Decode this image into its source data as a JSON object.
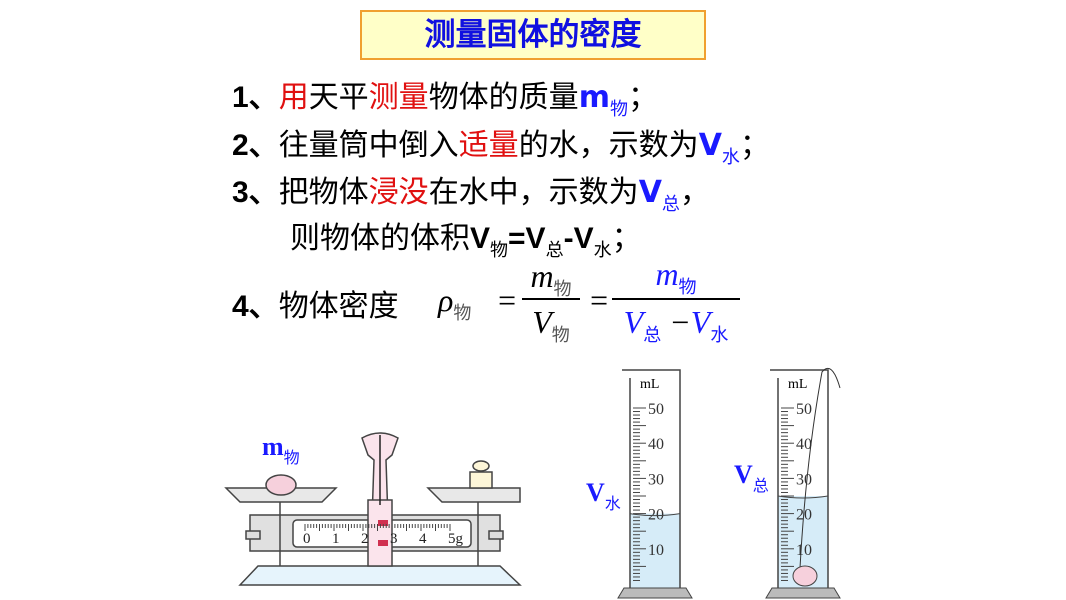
{
  "title": "测量固体的密度",
  "steps": [
    {
      "num": "1、",
      "parts": [
        "用",
        "天平",
        "测量",
        "物体的质量"
      ],
      "var": "m",
      "sub": "物",
      "end": "；"
    },
    {
      "num": "2、",
      "parts": [
        "往量筒中倒入",
        "适量",
        "的水，示数为"
      ],
      "var": "V",
      "sub": "水",
      "end": "；"
    },
    {
      "num": "3、",
      "parts": [
        "把物体",
        "浸没",
        "在水中，示数为"
      ],
      "var": "V",
      "sub": "总",
      "end": "，"
    },
    {
      "line2": "则物体的体积",
      "v1": "V",
      "s1": "物",
      "eq": "=",
      "v2": "V",
      "s2": "总",
      "minus": "-",
      "v3": "V",
      "s3": "水",
      "end": "；"
    },
    {
      "num": "4、",
      "text": "物体密度"
    }
  ],
  "formula": {
    "rho": "ρ",
    "rho_sub": "物",
    "eq": "=",
    "m": "m",
    "m_sub": "物",
    "V": "V",
    "V_sub": "物",
    "V_total_sub": "总",
    "minus": "−",
    "V_water_sub": "水"
  },
  "figures": {
    "balance_label": {
      "var": "m",
      "sub": "物"
    },
    "balance_scale": [
      "0",
      "1",
      "2",
      "3",
      "4",
      "5g"
    ],
    "cylinder_unit": "mL",
    "cylinder_ticks": [
      "10",
      "20",
      "30",
      "40",
      "50"
    ],
    "cylinder1": {
      "var": "V",
      "sub": "水",
      "level_ml": 20
    },
    "cylinder2": {
      "var": "V",
      "sub": "总",
      "level_ml": 25
    }
  },
  "colors": {
    "accent_blue": "#1a1aff",
    "accent_red": "#e01010",
    "title_bg": "#ffffc8",
    "title_border": "#f0a030",
    "water": "#d6ecf8"
  }
}
